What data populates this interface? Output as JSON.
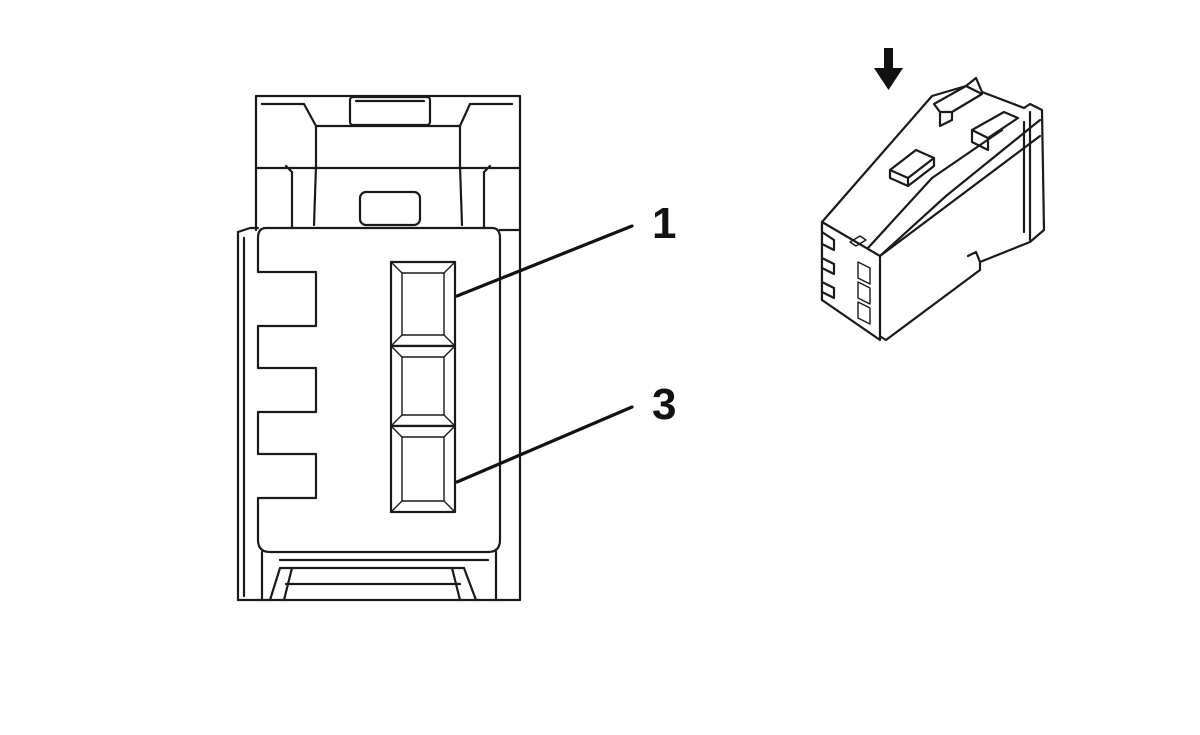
{
  "callouts": [
    {
      "id": "1",
      "label": "1"
    },
    {
      "id": "3",
      "label": "3"
    }
  ],
  "icons": {
    "direction_arrow": "down-arrow-icon"
  },
  "colors": {
    "line": "#1a1a1a",
    "background": "#ffffff"
  }
}
